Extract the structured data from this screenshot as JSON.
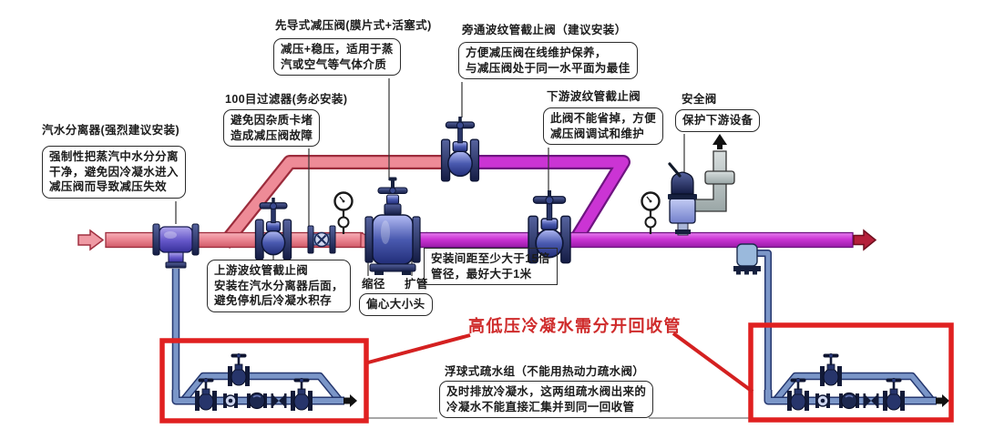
{
  "annotations": {
    "separator": {
      "title": "汽水分离器(强烈建议安装)",
      "note": "强制性把蒸汽中水分分离\n干净，避免因冷凝水进入\n减压阀而导致减压失效"
    },
    "prv": {
      "title": "先导式减压阀(膜片式+活塞式)",
      "note": "减压+稳压，适用于蒸\n汽或空气等气体介质"
    },
    "strainer": {
      "title": "100目过滤器(务必安装)",
      "note": "避免因杂质卡堵\n造成减压阀故障"
    },
    "bypass_valve": {
      "title": "旁通波纹管截止阀（建议安装）",
      "note": "方便减压阀在线维护保养，\n与减压阀处于同一水平面为最佳"
    },
    "downstream_valve": {
      "title": "下游波纹管截止阀",
      "note": "此阀不能省掉，方便\n减压阀调试和维护"
    },
    "safety_valve": {
      "title": "安全阀",
      "note": "保护下游设备"
    },
    "upstream_valve": {
      "note": "上游波纹管截止阀\n安装在汽水分离器后面，\n避免停机后冷凝水积存"
    },
    "spacing": {
      "note": "安装间距至少大于15倍\n管径，最好大于1米"
    },
    "reducer": {
      "reduce_label": "缩径",
      "expand_label": "扩管",
      "note": "偏心大小头"
    },
    "condensate_warning": "高低压冷凝水需分开回收管",
    "trap_set": {
      "title": "浮球式疏水组（不能用热动力疏水阀）",
      "note": "及时排放冷凝水，这两组疏水阀出来的\n冷凝水不能直接汇集并到同一回收管"
    }
  },
  "colors": {
    "high_pressure_pipe": "#ec8894",
    "low_pressure_pipe": "#cb34d4",
    "condensate_pipe": "#7b96c8",
    "highlight_box": "#e02020",
    "warning_text": "#cf2b2b"
  },
  "icons": {
    "separator": "steam-water-separator-icon",
    "strainer": "y-strainer-icon",
    "pressure_gauge": "pressure-gauge-icon",
    "prv": "pressure-reducing-valve-icon",
    "globe_valve": "globe-valve-icon",
    "safety_valve": "safety-valve-icon",
    "steam_trap": "float-trap-icon",
    "flow_arrow": "flow-arrow-icon"
  }
}
